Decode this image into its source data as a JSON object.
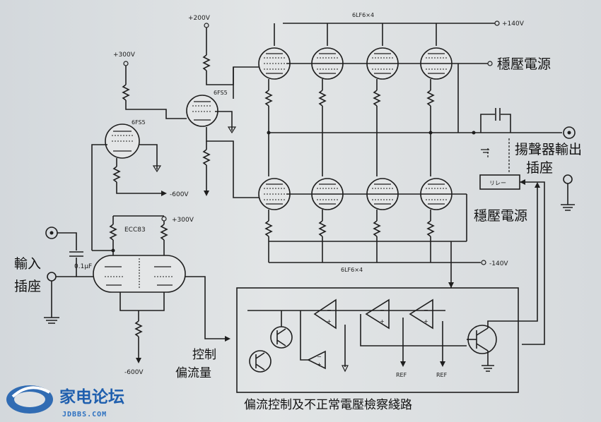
{
  "voltages": {
    "plus300_top": "+300V",
    "plus200": "+200V",
    "plus140": "+140V",
    "minus600_mid": "-600V",
    "plus300_mid": "+300V",
    "minus140": "-140V",
    "minus600_bottom": "-600V"
  },
  "tubes": {
    "driver_left": "6FS5",
    "driver_right": "6FS5",
    "input_stage": "ECC83",
    "output_top_bank": "6LF6×4",
    "output_bottom_bank": "6LF6×4"
  },
  "components": {
    "input_cap": "0.1μF",
    "relay": "リレー",
    "ref_left": "REF",
    "ref_right": "REF"
  },
  "labels": {
    "regulated_supply_top": "穩壓電源",
    "regulated_supply_bottom": "穩壓電源",
    "speaker_out_line1": "揚聲器輸出",
    "speaker_out_line2": "插座",
    "input_jack_line1": "輸入",
    "input_jack_line2": "插座",
    "bias_ctrl_line1": "控制",
    "bias_ctrl_line2": "偏流量",
    "protection_block": "偏流控制及不正常電壓檢察綫路"
  },
  "logo": {
    "name": "家电论坛",
    "site": "JDBBS.COM"
  },
  "colors": {
    "ink": "#1e1e1e",
    "paper": "#dfe2e4",
    "logo_blue": "#1f5fae"
  }
}
